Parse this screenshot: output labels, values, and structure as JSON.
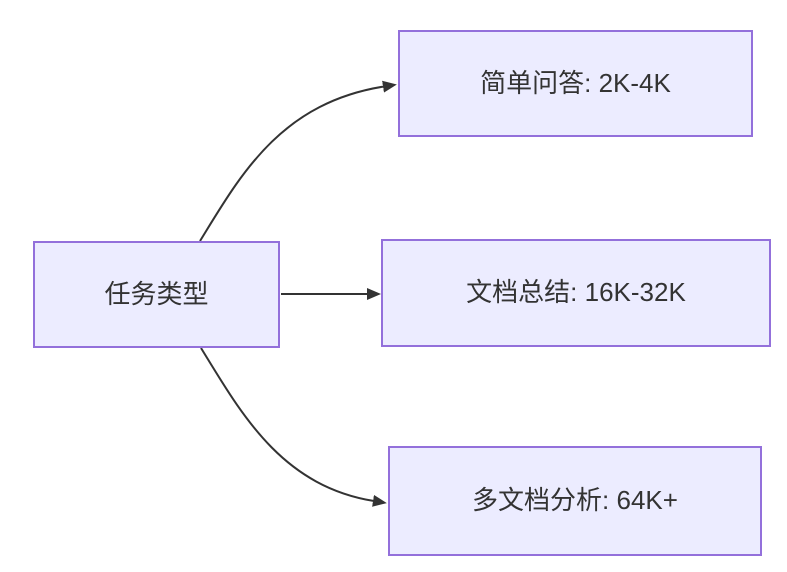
{
  "diagram": {
    "type": "flowchart",
    "direction": "left-to-right",
    "root": {
      "id": "task-type",
      "label": "任务类型"
    },
    "branches": [
      {
        "id": "simple-qa",
        "label": "简单问答: 2K-4K"
      },
      {
        "id": "doc-summary",
        "label": "文档总结: 16K-32K"
      },
      {
        "id": "multi-doc-analysis",
        "label": "多文档分析: 64K+"
      }
    ],
    "edges": [
      {
        "from": "任务类型",
        "to": "简单问答: 2K-4K"
      },
      {
        "from": "任务类型",
        "to": "文档总结: 16K-32K"
      },
      {
        "from": "任务类型",
        "to": "多文档分析: 64K+"
      }
    ],
    "colors": {
      "node_fill": "#ECECFF",
      "node_border": "#9370DB",
      "edge": "#333333",
      "text": "#333333",
      "background": "#FFFFFF"
    }
  }
}
